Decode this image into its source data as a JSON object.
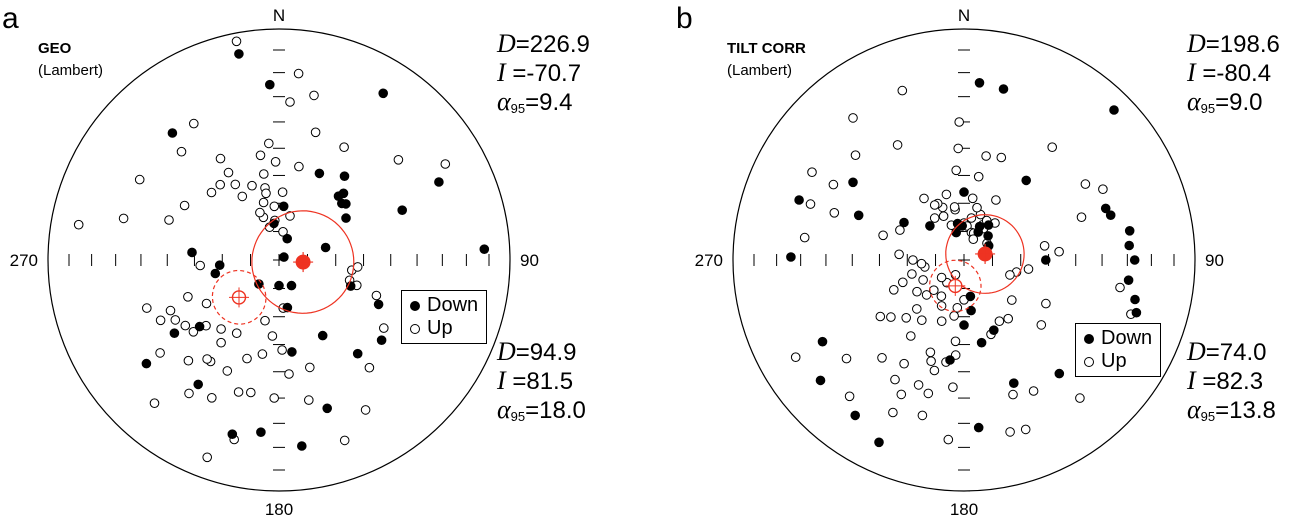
{
  "chart_data": [
    {
      "type": "scatter",
      "panel_label": "a",
      "title": "GEO",
      "subtitle": "(Lambert)",
      "projection": "equal-area stereonet",
      "compass": {
        "north": "N",
        "east": "90",
        "south": "180",
        "west": "270"
      },
      "legend": {
        "placement": "right",
        "down": "Down",
        "up": "Up"
      },
      "stats_up": {
        "D_label": "D",
        "D": "226.9",
        "I_label": "I",
        "I": "-70.7",
        "a95_label": "α",
        "a95_sub": "95",
        "a95": "9.4"
      },
      "stats_down": {
        "D_label": "D",
        "D": "94.9",
        "I_label": "I",
        "I": "81.5",
        "a95_label": "α",
        "a95_sub": "95",
        "a95": "18.0"
      },
      "mean_down": {
        "D": 94.9,
        "I": 81.5,
        "a95": 18.0
      },
      "mean_up": {
        "D": 226.9,
        "I": -70.7,
        "a95": 9.4
      },
      "down": [
        [
          5,
          71
        ],
        [
          32,
          16
        ],
        [
          75,
          73
        ],
        [
          38,
          52
        ],
        [
          25,
          56
        ],
        [
          44,
          57
        ],
        [
          50,
          59
        ],
        [
          48,
          60
        ],
        [
          58,
          62
        ],
        [
          43,
          59
        ],
        [
          110,
          63
        ],
        [
          170,
          73
        ],
        [
          150,
          59
        ],
        [
          140,
          46
        ],
        [
          114,
          51
        ],
        [
          68,
          42
        ],
        [
          64,
          24
        ],
        [
          87,
          12
        ],
        [
          128,
          43
        ],
        [
          162,
          33
        ],
        [
          173,
          20
        ],
        [
          186,
          26
        ],
        [
          195,
          23
        ],
        [
          213,
          36
        ],
        [
          232,
          28
        ],
        [
          235,
          44
        ],
        [
          230,
          53
        ],
        [
          258,
          67
        ],
        [
          320,
          29
        ],
        [
          172,
          57
        ],
        [
          154,
          80
        ],
        [
          275,
          59
        ],
        [
          265,
          69
        ],
        [
          352,
          77
        ],
        [
          21,
          82
        ],
        [
          180,
          81
        ],
        [
          220,
          79
        ],
        [
          60,
          88
        ],
        [
          357,
          25
        ],
        [
          349,
          10
        ]
      ],
      "up": [
        [
          8,
          80
        ],
        [
          14,
          74
        ],
        [
          16,
          42
        ],
        [
          12,
          28
        ],
        [
          4,
          32
        ],
        [
          6,
          20
        ],
        [
          349,
          4
        ],
        [
          345,
          69
        ],
        [
          350,
          59
        ],
        [
          330,
          54
        ],
        [
          330,
          48
        ],
        [
          328,
          31
        ],
        [
          340,
          74
        ],
        [
          349,
          64
        ],
        [
          354,
          76
        ],
        [
          355,
          71
        ],
        [
          344,
          78
        ],
        [
          338,
          72
        ],
        [
          330,
          64
        ],
        [
          340,
          62
        ],
        [
          349,
          66
        ],
        [
          350,
          52
        ],
        [
          358,
          55
        ],
        [
          3,
          66
        ],
        [
          30,
          43
        ],
        [
          12,
          56
        ],
        [
          50,
          33
        ],
        [
          60,
          18
        ],
        [
          98,
          64
        ],
        [
          95,
          62
        ],
        [
          106,
          64
        ],
        [
          108,
          61
        ],
        [
          110,
          53
        ],
        [
          123,
          45
        ],
        [
          140,
          39
        ],
        [
          150,
          26
        ],
        [
          160,
          18
        ],
        [
          164,
          50
        ],
        [
          168,
          38
        ],
        [
          182,
          40
        ],
        [
          175,
          49
        ],
        [
          178,
          58
        ],
        [
          185,
          63
        ],
        [
          190,
          56
        ],
        [
          198,
          53
        ],
        [
          205,
          46
        ],
        [
          214,
          46
        ],
        [
          215,
          54
        ],
        [
          210,
          60
        ],
        [
          220,
          58
        ],
        [
          230,
          50
        ],
        [
          228,
          55
        ],
        [
          235,
          49
        ],
        [
          240,
          47
        ],
        [
          245,
          47
        ],
        [
          243,
          42
        ],
        [
          250,
          39
        ],
        [
          232,
          35
        ],
        [
          222,
          41
        ],
        [
          216,
          46
        ],
        [
          214,
          31
        ],
        [
          221,
          19
        ],
        [
          194,
          21
        ],
        [
          200,
          10
        ],
        [
          192,
          41
        ],
        [
          206,
          34
        ],
        [
          280,
          13
        ],
        [
          290,
          48
        ],
        [
          285,
          31
        ],
        [
          300,
          31
        ],
        [
          315,
          56
        ],
        [
          300,
          51
        ],
        [
          322,
          56
        ],
        [
          330,
          59
        ],
        [
          266,
          62
        ],
        [
          248,
          55
        ],
        [
          239,
          60
        ],
        [
          355,
          48
        ],
        [
          318,
          37
        ],
        [
          175,
          73
        ],
        [
          193,
          68
        ],
        [
          197,
          40
        ]
      ]
    },
    {
      "type": "scatter",
      "panel_label": "b",
      "title": "TILT CORR",
      "subtitle": "(Lambert)",
      "projection": "equal-area stereonet",
      "compass": {
        "north": "N",
        "east": "90",
        "south": "180",
        "west": "270"
      },
      "legend": {
        "placement": "right",
        "down": "Down",
        "up": "Up"
      },
      "stats_up": {
        "D_label": "D",
        "D": "198.6",
        "I_label": "I",
        "I": "-80.4",
        "a95_label": "α",
        "a95_sub": "95",
        "a95": "9.0"
      },
      "stats_down": {
        "D_label": "D",
        "D": "74.0",
        "I_label": "I",
        "I": "82.3",
        "a95_label": "α",
        "a95_sub": "95",
        "a95": "13.8"
      },
      "mean_down": {
        "D": 74.0,
        "I": 82.3,
        "a95": 13.8
      },
      "mean_up": {
        "D": 198.6,
        "I": -80.4,
        "a95": 9.0
      },
      "down": [
        [
          5,
          24
        ],
        [
          13,
          25
        ],
        [
          70,
          35
        ],
        [
          73,
          34
        ],
        [
          80,
          28
        ],
        [
          85,
          29
        ],
        [
          90,
          27
        ],
        [
          97,
          29
        ],
        [
          103,
          25
        ],
        [
          107,
          23
        ],
        [
          45,
          9
        ],
        [
          90,
          61
        ],
        [
          38,
          54
        ],
        [
          0,
          66
        ],
        [
          25,
          77
        ],
        [
          35,
          75
        ],
        [
          27,
          79
        ],
        [
          60,
          80
        ],
        [
          357,
          78
        ],
        [
          350,
          77
        ],
        [
          344,
          80
        ],
        [
          45,
          78
        ],
        [
          157,
          63
        ],
        [
          168,
          60
        ],
        [
          172,
          72
        ],
        [
          180,
          67
        ],
        [
          188,
          54
        ],
        [
          170,
          77
        ],
        [
          158,
          42
        ],
        [
          175,
          28
        ],
        [
          205,
          14
        ],
        [
          215,
          19
        ],
        [
          230,
          20
        ],
        [
          290,
          25
        ],
        [
          305,
          41
        ],
        [
          293,
          49
        ],
        [
          271,
          26
        ],
        [
          240,
          30
        ],
        [
          302,
          65
        ],
        [
          315,
          73
        ],
        [
          140,
          36
        ]
      ],
      "up": [
        [
          8,
          68
        ],
        [
          10,
          60
        ],
        [
          12,
          52
        ],
        [
          357,
          50
        ],
        [
          355,
          58
        ],
        [
          358,
          40
        ],
        [
          20,
          51
        ],
        [
          38,
          38
        ],
        [
          63,
          33
        ],
        [
          58,
          38
        ],
        [
          70,
          45
        ],
        [
          100,
          32
        ],
        [
          108,
          25
        ],
        [
          140,
          23
        ],
        [
          205,
          36
        ],
        [
          185,
          44
        ],
        [
          195,
          40
        ],
        [
          160,
          62
        ],
        [
          150,
          65
        ],
        [
          130,
          54
        ],
        [
          118,
          57
        ],
        [
          190,
          53
        ],
        [
          185,
          56
        ],
        [
          195,
          49
        ],
        [
          200,
          55
        ],
        [
          210,
          47
        ],
        [
          220,
          44
        ],
        [
          200,
          42
        ],
        [
          210,
          40
        ],
        [
          205,
          28
        ],
        [
          195,
          31
        ],
        [
          185,
          23
        ],
        [
          160,
          38
        ],
        [
          152,
          36
        ],
        [
          160,
          23
        ],
        [
          165,
          24
        ],
        [
          350,
          72
        ],
        [
          345,
          78
        ],
        [
          340,
          77
        ],
        [
          335,
          73
        ],
        [
          338,
          70
        ],
        [
          327,
          64
        ],
        [
          335,
          68
        ],
        [
          0,
          77
        ],
        [
          5,
          78
        ],
        [
          10,
          75
        ],
        [
          15,
          80
        ],
        [
          20,
          80
        ],
        [
          24,
          82
        ],
        [
          28,
          76
        ],
        [
          30,
          74
        ],
        [
          40,
          73
        ],
        [
          54,
          80
        ],
        [
          32,
          77
        ],
        [
          20,
          73
        ],
        [
          14,
          71
        ],
        [
          28,
          66
        ],
        [
          350,
          71
        ],
        [
          345,
          66
        ],
        [
          325,
          72
        ],
        [
          332,
          68
        ],
        [
          250,
          67
        ],
        [
          255,
          71
        ],
        [
          247,
          63
        ],
        [
          244,
          74
        ],
        [
          232,
          57
        ],
        [
          236,
          54
        ],
        [
          215,
          57
        ],
        [
          215,
          64
        ],
        [
          225,
          61
        ],
        [
          224,
          66
        ],
        [
          227,
          72
        ],
        [
          212,
          75
        ],
        [
          217,
          80
        ],
        [
          232,
          80
        ],
        [
          225,
          75
        ],
        [
          188,
          73
        ],
        [
          180,
          76
        ],
        [
          200,
          81
        ],
        [
          210,
          84
        ],
        [
          200,
          67
        ],
        [
          186,
          61
        ],
        [
          300,
          35
        ],
        [
          300,
          25
        ],
        [
          314,
          35
        ],
        [
          322,
          23
        ],
        [
          340,
          23
        ],
        [
          330,
          42
        ],
        [
          240,
          17
        ],
        [
          230,
          34
        ],
        [
          278,
          31
        ],
        [
          290,
          30
        ],
        [
          220,
          24
        ],
        [
          80,
          61
        ],
        [
          85,
          56
        ],
        [
          103,
          71
        ],
        [
          108,
          73
        ],
        [
          98,
          67
        ],
        [
          143,
          64
        ],
        [
          130,
          68
        ],
        [
          198,
          52
        ],
        [
          206,
          72
        ],
        [
          190,
          70
        ],
        [
          236,
          70
        ],
        [
          260,
          76
        ],
        [
          265,
          75
        ],
        [
          270,
          72
        ],
        [
          275,
          67
        ],
        [
          295,
          65
        ],
        [
          287,
          60
        ],
        [
          290,
          40
        ]
      ]
    }
  ],
  "colors": {
    "axis": "#000000",
    "mean": "#ee3322",
    "dot_down": "#000000",
    "dot_up": "#ffffff"
  }
}
